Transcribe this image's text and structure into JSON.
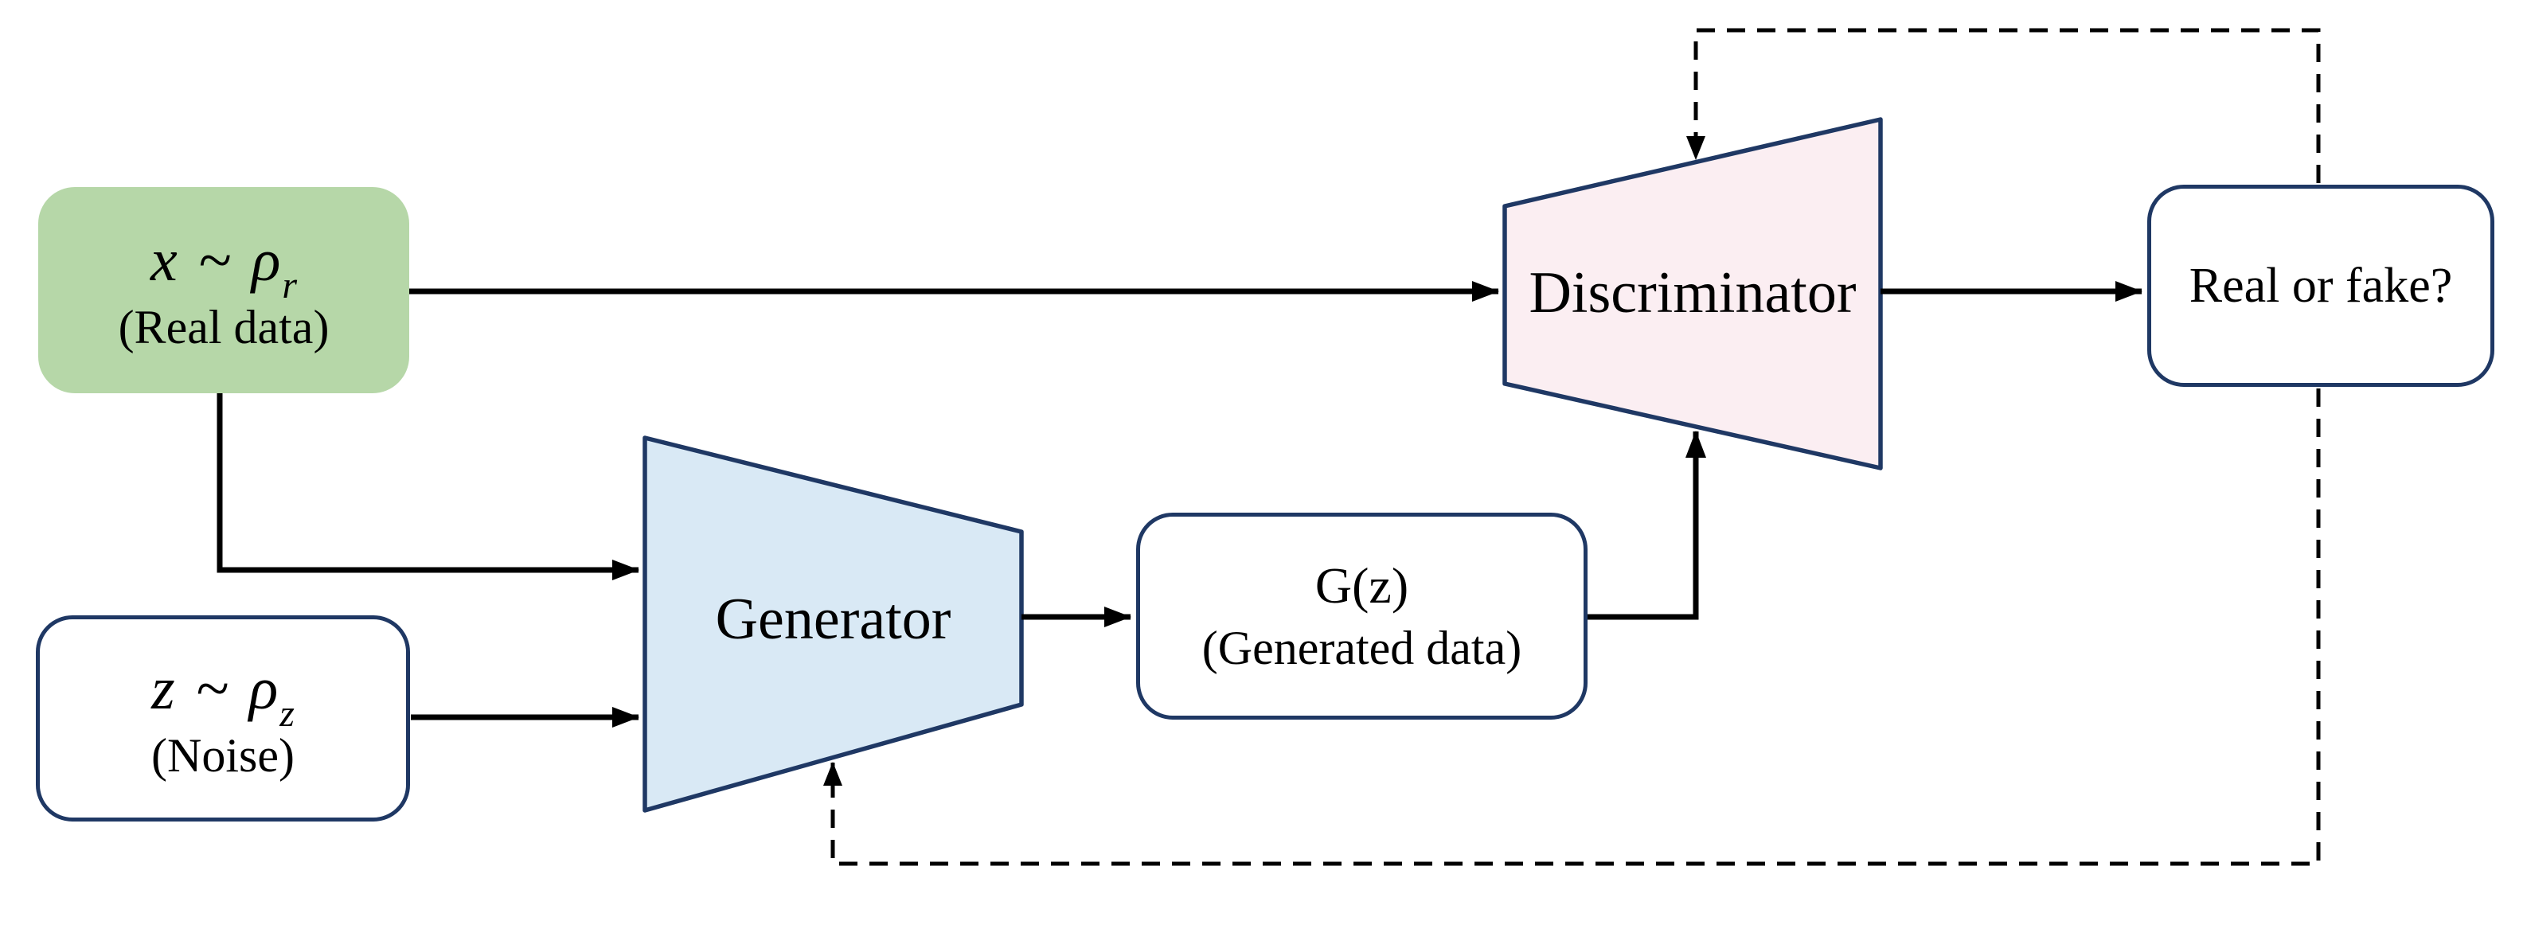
{
  "colors": {
    "background": "#ffffff",
    "real_data_fill": "#b6d7a8",
    "generator_fill": "#d9e9f5",
    "discriminator_fill": "#fbeef2",
    "node_border": "#1f3864",
    "connector": "#000000"
  },
  "nodes": {
    "real_data": {
      "var": "x",
      "tilde": "~",
      "dist": "ρ",
      "sub": "r",
      "caption": "(Real data)"
    },
    "noise": {
      "var": "z",
      "tilde": "~",
      "dist": "ρ",
      "sub": "z",
      "caption": "(Noise)"
    },
    "generator": {
      "label": "Generator"
    },
    "generated_data": {
      "title": "G(z)",
      "caption": "(Generated data)"
    },
    "discriminator": {
      "label": "Discriminator"
    },
    "output": {
      "label": "Real or fake?"
    }
  }
}
